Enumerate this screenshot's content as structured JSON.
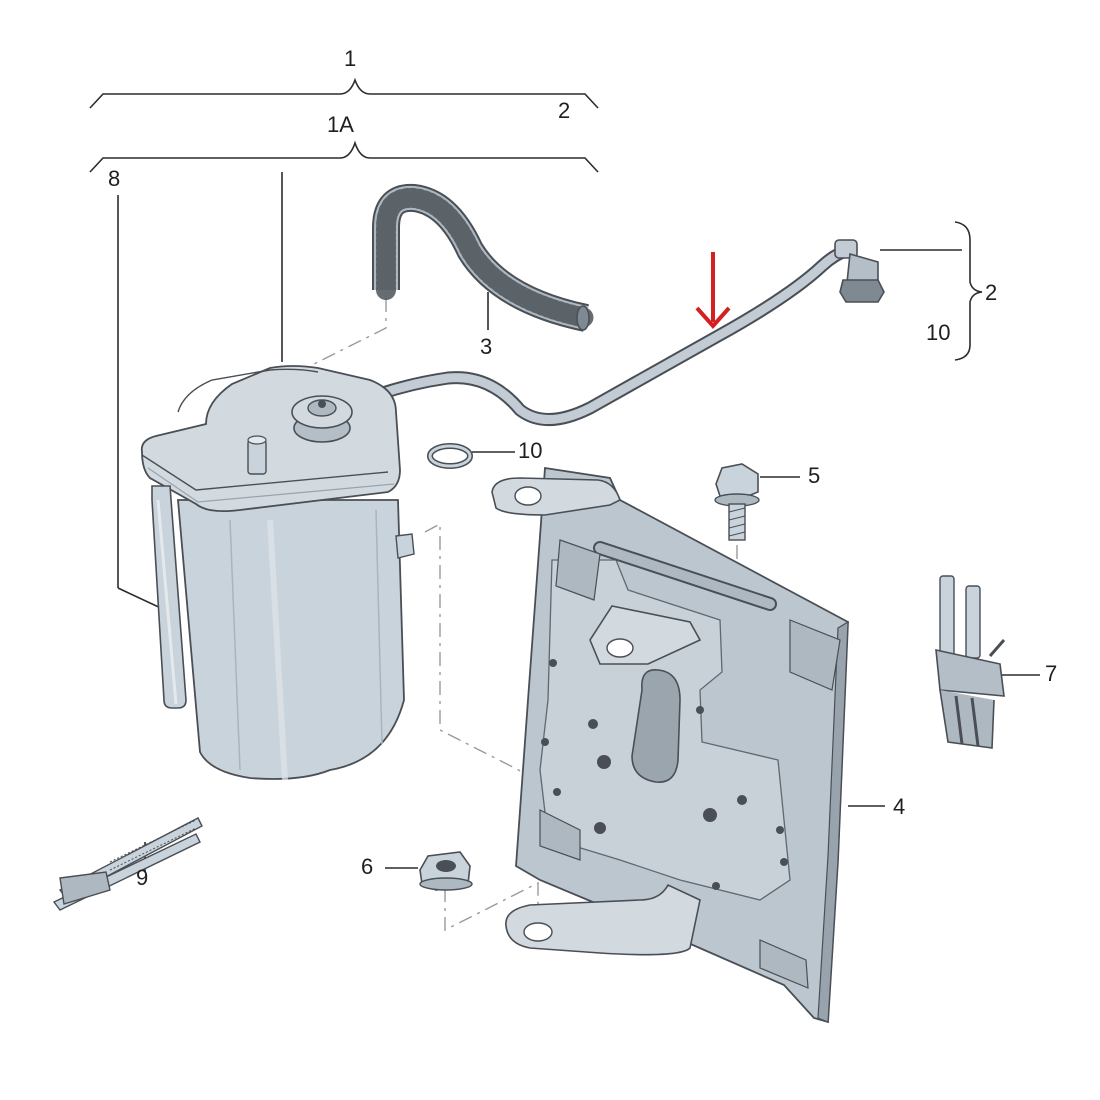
{
  "callouts": {
    "c1": "1",
    "c2_top": "2",
    "c1a": "1A",
    "c8": "8",
    "c3": "3",
    "c2_right": "2",
    "c10_right": "10",
    "c10_oring": "10",
    "c5": "5",
    "c7": "7",
    "c4": "4",
    "c6": "6",
    "c9": "9"
  },
  "colors": {
    "canister": "#c9d3db",
    "canister_dark": "#a9b4bd",
    "hose": "#b8c2cb",
    "bracket": "#bcc6ce",
    "bracket_dark": "#98a3ad",
    "arrow": "#d42020",
    "leader": "#2c2c2c"
  },
  "arrow_icon": "red-down-arrow"
}
